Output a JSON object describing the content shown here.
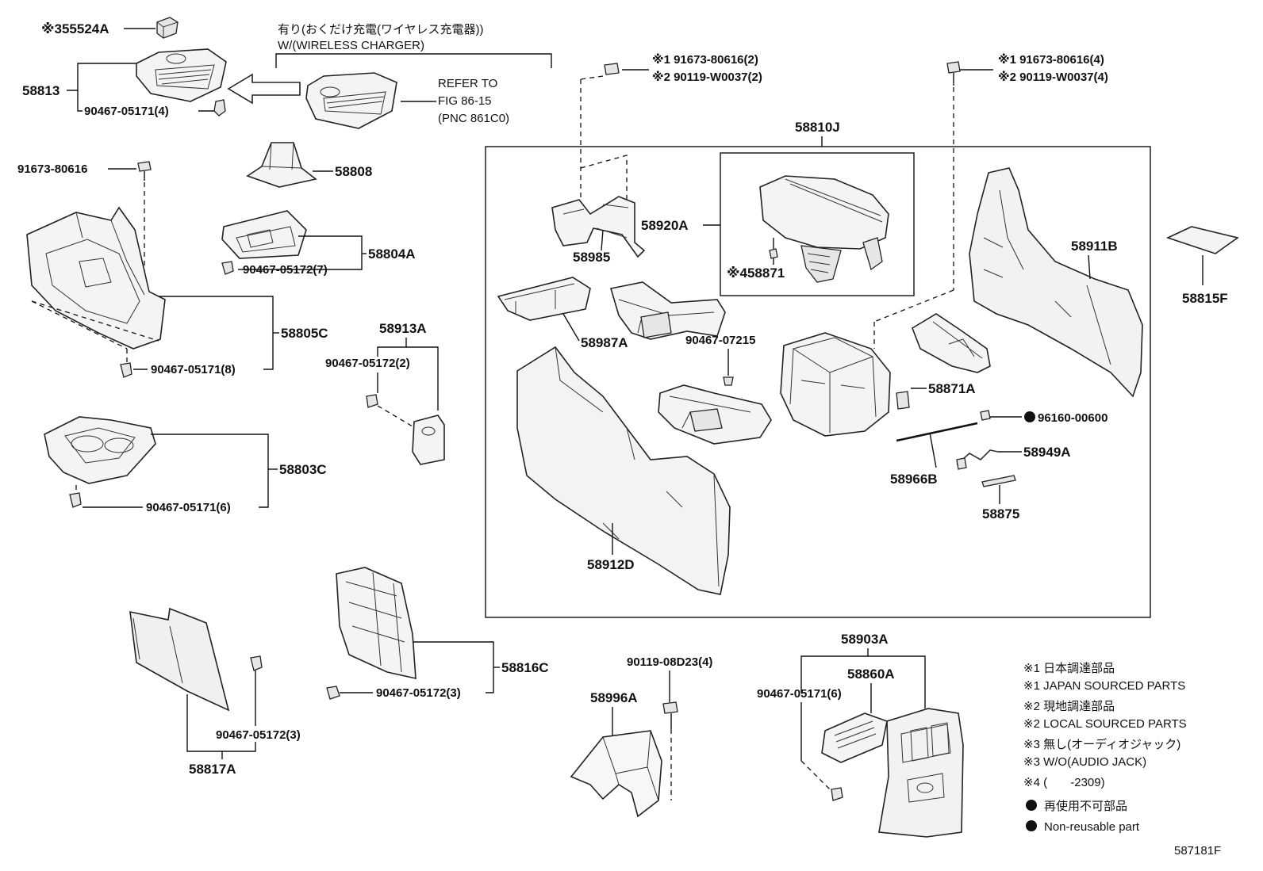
{
  "header": {
    "wireless_jp": "有り(おくだけ充電(ワイヤレス充電器))",
    "wireless_en": "W/(WIRELESS CHARGER)",
    "refer_1": "REFER TO",
    "refer_2": "FIG 86-15",
    "refer_3": "(PNC 861C0)"
  },
  "parts": {
    "p55524a": "※355524A",
    "p58813": "58813",
    "p58813_clip": "90467-05171(4)",
    "p91673_left": "91673-80616",
    "p58808": "58808",
    "p58804a": "58804A",
    "p58804a_clip": "90467-05172(7)",
    "p58805c": "58805C",
    "p58805c_clip": "90467-05171(8)",
    "p58913a": "58913A",
    "p58913a_clip": "90467-05172(2)",
    "p58803c": "58803C",
    "p58803c_clip": "90467-05171(6)",
    "p58817a": "58817A",
    "p58817a_clip": "90467-05172(3)",
    "p58816c": "58816C",
    "p58816c_clip": "90467-05172(3)",
    "p58996a": "58996A",
    "p58996a_bolt": "90119-08D23(4)",
    "p58903a": "58903A",
    "p58860a": "58860A",
    "p58903a_clip": "90467-05171(6)",
    "p58810j": "58810J",
    "bolt_a_1": "※1 91673-80616(2)",
    "bolt_a_2": "※2 90119-W0037(2)",
    "bolt_b_1": "※1 91673-80616(4)",
    "bolt_b_2": "※2 90119-W0037(4)",
    "p58985": "58985",
    "p58920a": "58920A",
    "p58871": "※458871",
    "p58987a": "58987A",
    "p90467_07215": "90467-07215",
    "p58912d": "58912D",
    "p58911b": "58911B",
    "p58871a": "58871A",
    "p96160": "96160-00600",
    "p58949a": "58949A",
    "p58966b": "58966B",
    "p58875": "58875",
    "p58815f": "58815F"
  },
  "legend": {
    "n1_jp": "※1 日本調達部品",
    "n1_en": "※1 JAPAN SOURCED PARTS",
    "n2_jp": "※2 現地調達部品",
    "n2_en": "※2 LOCAL SOURCED PARTS",
    "n3_jp": "※3 無し(オーディオジャック)",
    "n3_en": "※3 W/O(AUDIO JACK)",
    "n4": "※4 (       -2309)",
    "dot_jp": "再使用不可部品",
    "dot_en": "Non-reusable part"
  },
  "figure_id": "587181F"
}
